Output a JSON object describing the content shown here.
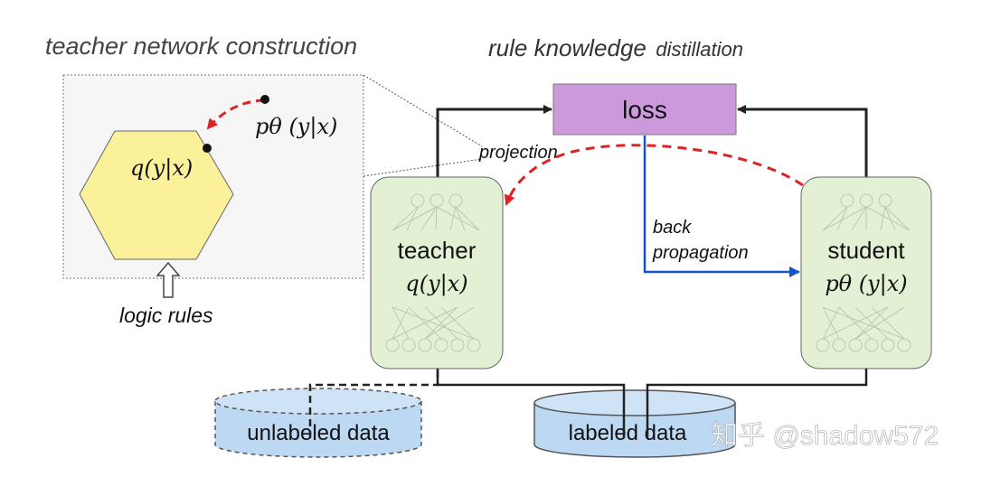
{
  "headings": {
    "left": "teacher network construction",
    "right_prefix": "rule knowledge",
    "right_suffix": "distillation"
  },
  "labels": {
    "projection": "projection",
    "logic_rules": "logic rules",
    "loss": "loss",
    "back": "back",
    "propagation": "propagation",
    "teacher": "teacher",
    "student": "student",
    "unlabeled_data": "unlabeled data",
    "labeled_data": "labeled data",
    "watermark": "知乎 @shadow572"
  },
  "math": {
    "q_inner": "q(y|x)",
    "p_inner": "pθ (y|x)",
    "q_teacher": "q(y|x)",
    "p_student": "pθ (y|x)"
  },
  "colors": {
    "loss_fill": "#cc99dd",
    "network_fill": "#e2f0d4",
    "hexagon_fill": "#faf19a",
    "data_fill": "#bdd8f2",
    "backprop_arrow": "#1155cc",
    "dashed_arrow": "#dd2222"
  }
}
